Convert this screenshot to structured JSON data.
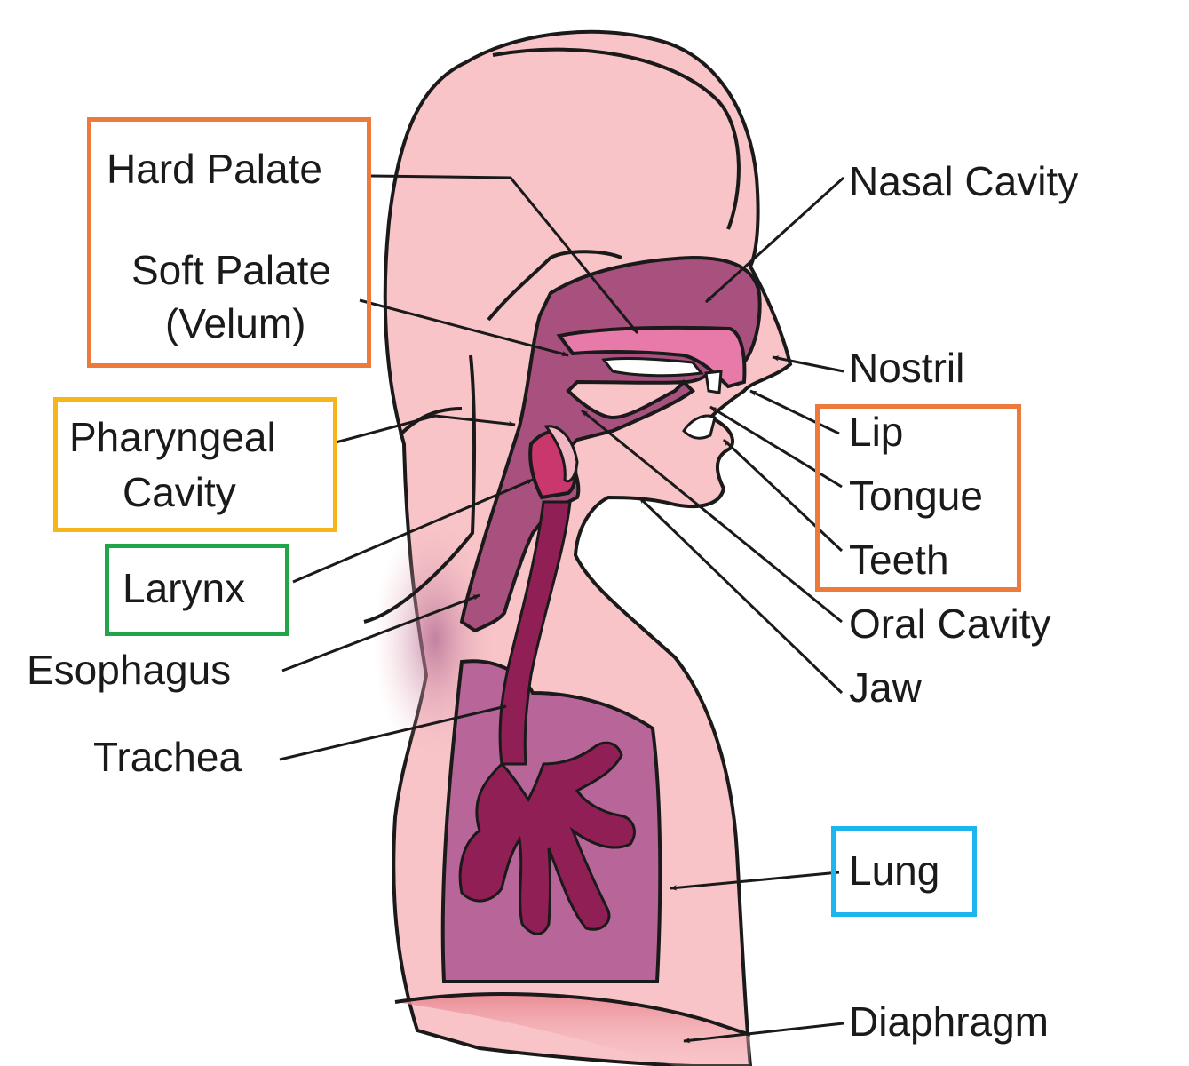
{
  "labels": {
    "hard_palate": "Hard Palate",
    "soft_palate": "Soft Palate",
    "velum": "(Velum)",
    "pharyngeal": "Pharyngeal",
    "cavity": "Cavity",
    "larynx": "Larynx",
    "esophagus": "Esophagus",
    "trachea": "Trachea",
    "nasal_cavity": "Nasal Cavity",
    "nostril": "Nostril",
    "lip": "Lip",
    "tongue": "Tongue",
    "teeth": "Teeth",
    "oral_cavity": "Oral Cavity",
    "jaw": "Jaw",
    "lung": "Lung",
    "diaphragm": "Diaphragm"
  },
  "colors": {
    "skin": "#f8c4c8",
    "outline": "#1a1a1a",
    "tract": "#a8517f",
    "lung_fill": "#b8669a",
    "bronchi": "#8f1f55",
    "palate_pink": "#e77aa8",
    "box_orange": "#ec7a3a",
    "box_yellow": "#f8b51b",
    "box_green": "#22a54a",
    "box_blue": "#1eb4ee",
    "diaphragm_glow": "#f3a0a8"
  }
}
